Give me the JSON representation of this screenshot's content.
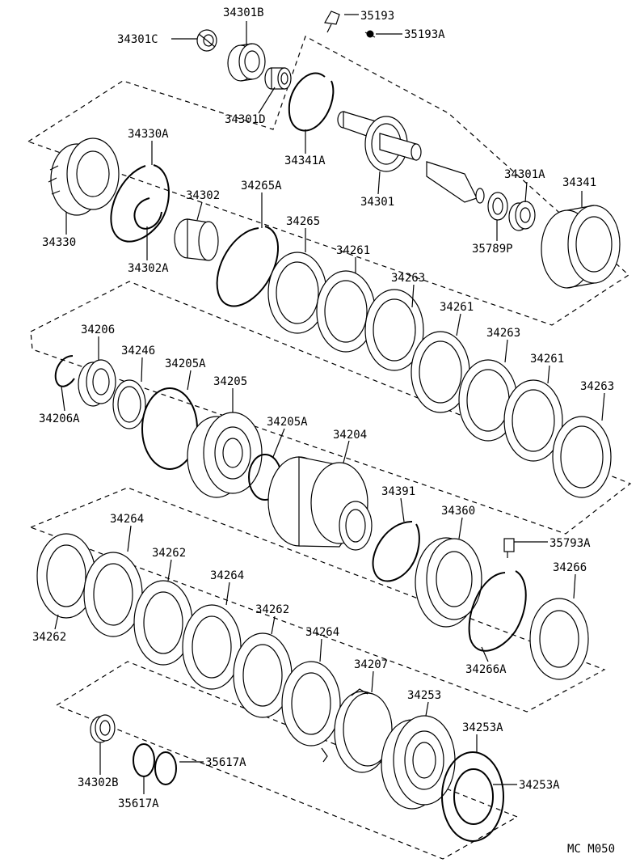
{
  "diagram_code": "MC M050",
  "parts": [
    {
      "id": "p35193",
      "label": "35193"
    },
    {
      "id": "p35193a",
      "label": "35193A"
    },
    {
      "id": "p34301b",
      "label": "34301B"
    },
    {
      "id": "p34301c",
      "label": "34301C"
    },
    {
      "id": "p34301d",
      "label": "34301D"
    },
    {
      "id": "p34341a",
      "label": "34341A"
    },
    {
      "id": "p34301",
      "label": "34301"
    },
    {
      "id": "p34301a",
      "label": "34301A"
    },
    {
      "id": "p34341",
      "label": "34341"
    },
    {
      "id": "p35789p",
      "label": "35789P"
    },
    {
      "id": "p34330a",
      "label": "34330A"
    },
    {
      "id": "p34302",
      "label": "34302"
    },
    {
      "id": "p34265a",
      "label": "34265A"
    },
    {
      "id": "p34265",
      "label": "34265"
    },
    {
      "id": "p34330",
      "label": "34330"
    },
    {
      "id": "p34302a",
      "label": "34302A"
    },
    {
      "id": "p34261a",
      "label": "34261"
    },
    {
      "id": "p34263a",
      "label": "34263"
    },
    {
      "id": "p34261b",
      "label": "34261"
    },
    {
      "id": "p34263b",
      "label": "34263"
    },
    {
      "id": "p34261c",
      "label": "34261"
    },
    {
      "id": "p34263c",
      "label": "34263"
    },
    {
      "id": "p34206",
      "label": "34206"
    },
    {
      "id": "p34246",
      "label": "34246"
    },
    {
      "id": "p34205a1",
      "label": "34205A"
    },
    {
      "id": "p34205",
      "label": "34205"
    },
    {
      "id": "p34205a2",
      "label": "34205A"
    },
    {
      "id": "p34206a",
      "label": "34206A"
    },
    {
      "id": "p34204",
      "label": "34204"
    },
    {
      "id": "p34391",
      "label": "34391"
    },
    {
      "id": "p34360",
      "label": "34360"
    },
    {
      "id": "p35793a",
      "label": "35793A"
    },
    {
      "id": "p34266",
      "label": "34266"
    },
    {
      "id": "p34266a",
      "label": "34266A"
    },
    {
      "id": "p34264a",
      "label": "34264"
    },
    {
      "id": "p34262a",
      "label": "34262"
    },
    {
      "id": "p34264b",
      "label": "34264"
    },
    {
      "id": "p34262b",
      "label": "34262"
    },
    {
      "id": "p34264c",
      "label": "34264"
    },
    {
      "id": "p34262c",
      "label": "34262"
    },
    {
      "id": "p34207",
      "label": "34207"
    },
    {
      "id": "p34253",
      "label": "34253"
    },
    {
      "id": "p34253a1",
      "label": "34253A"
    },
    {
      "id": "p34253a2",
      "label": "34253A"
    },
    {
      "id": "p34302b",
      "label": "34302B"
    },
    {
      "id": "p35617a1",
      "label": "35617A"
    },
    {
      "id": "p35617a2",
      "label": "35617A"
    }
  ]
}
